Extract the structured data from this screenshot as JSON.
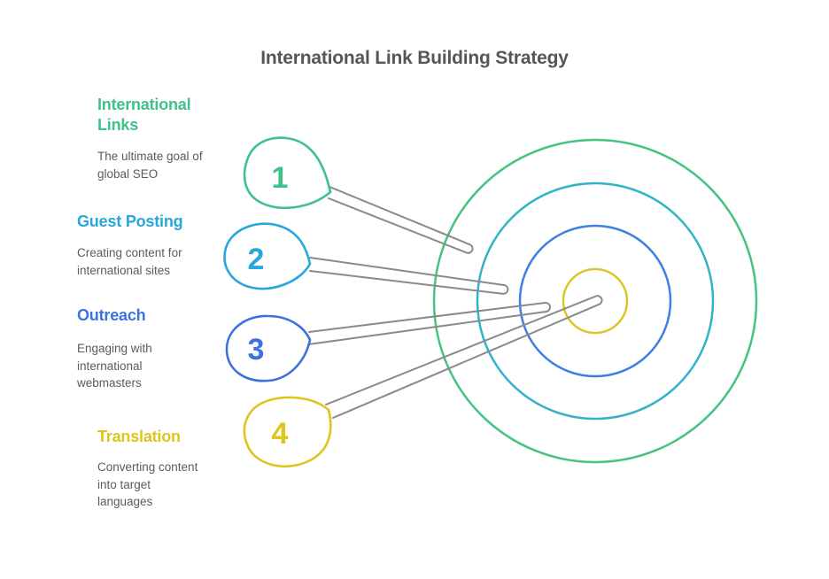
{
  "title": "International Link Building Strategy",
  "colors": {
    "title_gray": "#545659",
    "desc_gray": "#5b5b5b",
    "connector_gray": "#8a8a8a",
    "green": "#3ec28a",
    "cyan": "#29a6db",
    "blue": "#3b72e0",
    "yellow": "#ddc51e"
  },
  "items": [
    {
      "number": "1",
      "heading": "International Links",
      "heading_lines": [
        "International",
        "Links"
      ],
      "desc_lines": [
        "The ultimate goal of",
        "global SEO"
      ],
      "color": "#3ec28a"
    },
    {
      "number": "2",
      "heading": "Guest Posting",
      "heading_lines": [
        "Guest Posting"
      ],
      "desc_lines": [
        "Creating content for",
        "international sites"
      ],
      "color": "#29a6db"
    },
    {
      "number": "3",
      "heading": "Outreach",
      "heading_lines": [
        "Outreach"
      ],
      "desc_lines": [
        "Engaging with",
        "international",
        "webmasters"
      ],
      "color": "#3b72e0"
    },
    {
      "number": "4",
      "heading": "Translation",
      "heading_lines": [
        "Converting content"
      ],
      "heading_line": "Translation",
      "desc_lines": [
        "Converting content",
        "into target",
        "languages"
      ],
      "color": "#ddc51e"
    }
  ],
  "target": {
    "rings": [
      {
        "name": "outer-ring",
        "color": "#47c281"
      },
      {
        "name": "second-ring",
        "color": "#2fb3c9"
      },
      {
        "name": "third-ring",
        "color": "#3e80e2"
      },
      {
        "name": "bullseye-ring",
        "color": "#dcc626"
      }
    ]
  }
}
